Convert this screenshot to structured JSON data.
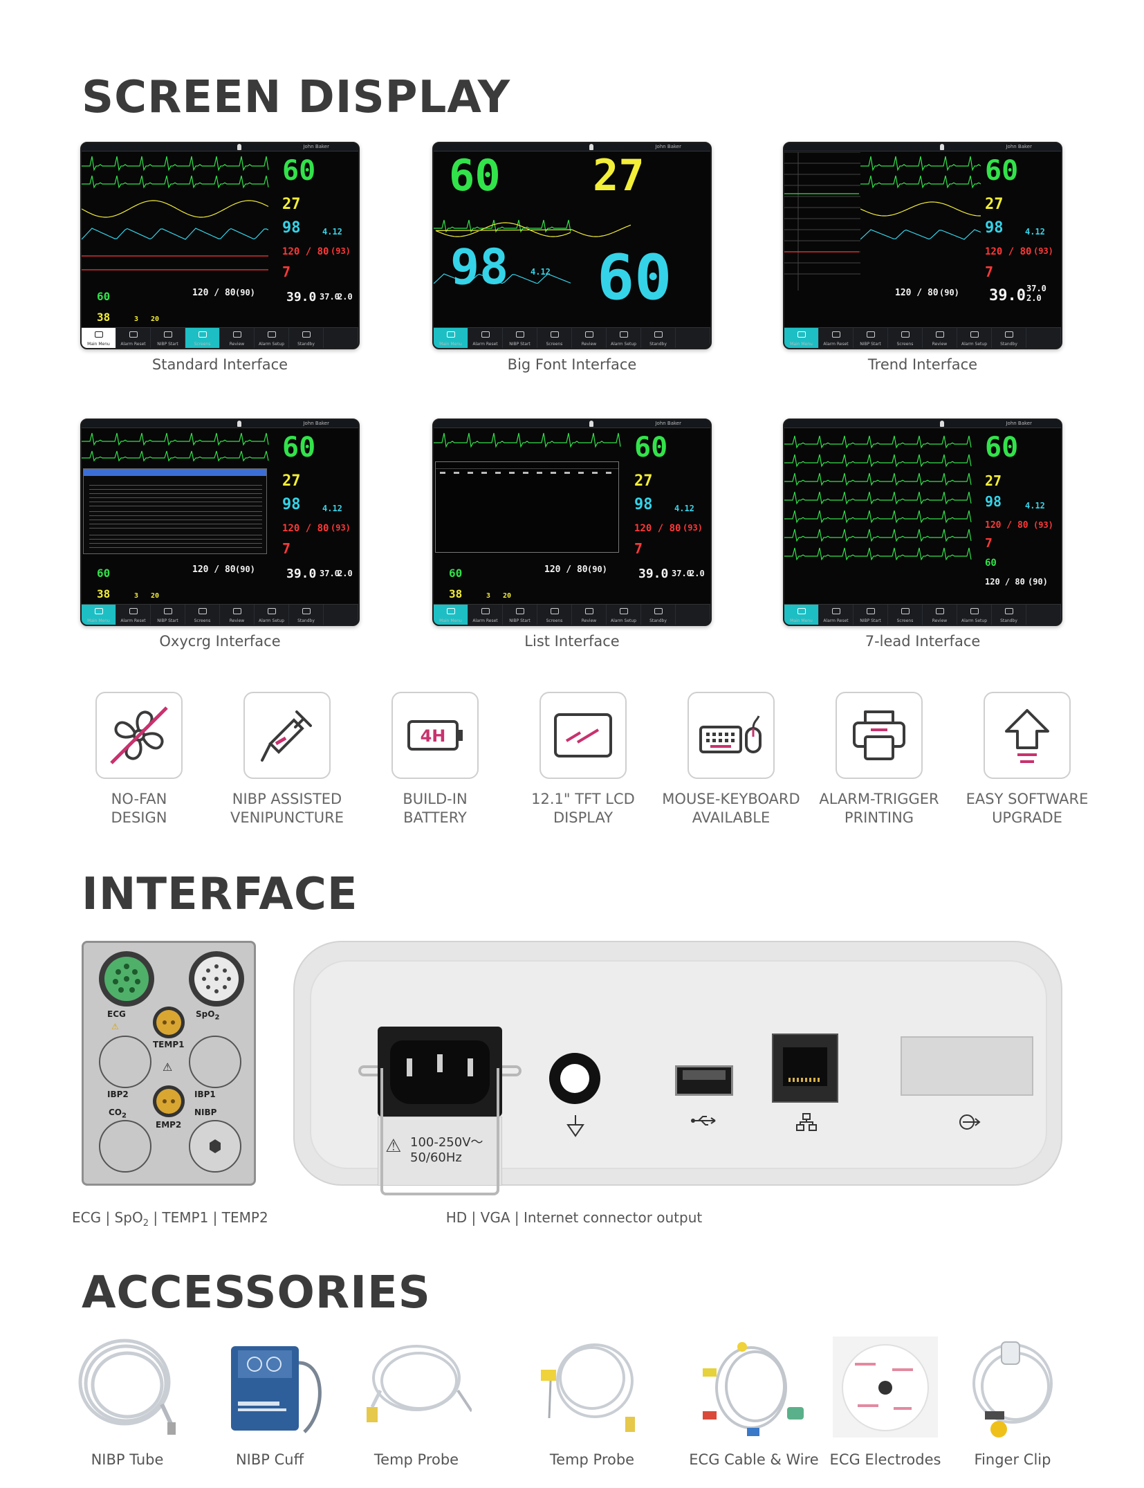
{
  "sections": {
    "screen_display": "SCREEN DISPLAY",
    "interface": "INTERFACE",
    "accessories": "ACCESSORIES"
  },
  "monitor": {
    "patient_name": "John Baker",
    "toolbar": [
      "Main Menu",
      "Alarm Reset",
      "NIBP Start",
      "Screens",
      "Review",
      "Alarm Setup",
      "Standby"
    ],
    "values": {
      "hr": "60",
      "resp": "27",
      "spo2": "98",
      "pi": "4.12",
      "ibp1": "120",
      "ibp1_dia": "80",
      "ibp1_mean": "(93)",
      "ibp2": "7",
      "nibp": "120",
      "nibp_dia": "80",
      "nibp_mean": "(90)",
      "temp1": "39.0",
      "temp2": "37.0",
      "temp_diff": "2.0",
      "pr": "60",
      "co2": "38",
      "co2_b": "3",
      "co2_c": "20"
    }
  },
  "screens": [
    {
      "caption": "Standard Interface",
      "layout": "standard"
    },
    {
      "caption": "Big Font Interface",
      "layout": "bigfont"
    },
    {
      "caption": "Trend Interface",
      "layout": "trend"
    },
    {
      "caption": "Oxycrg Interface",
      "layout": "oxycrg"
    },
    {
      "caption": "List Interface",
      "layout": "list"
    },
    {
      "caption": "7-lead Interface",
      "layout": "sevenlead"
    }
  ],
  "features": [
    {
      "icon": "no-fan-icon",
      "line1": "NO-FAN",
      "line2": "DESIGN"
    },
    {
      "icon": "syringe-icon",
      "line1": "NIBP ASSISTED",
      "line2": "VENIPUNCTURE"
    },
    {
      "icon": "battery-icon",
      "badge": "4H",
      "line1": "BUILD-IN",
      "line2": "BATTERY"
    },
    {
      "icon": "lcd-display-icon",
      "line1": "12.1\" TFT LCD",
      "line2": "DISPLAY"
    },
    {
      "icon": "mouse-keyboard-icon",
      "line1": "MOUSE-KEYBOARD",
      "line2": "AVAILABLE"
    },
    {
      "icon": "printer-icon",
      "line1": "ALARM-TRIGGER",
      "line2": "PRINTING"
    },
    {
      "icon": "upgrade-arrow-icon",
      "line1": "EASY SOFTWARE",
      "line2": "UPGRADE"
    }
  ],
  "ports": {
    "ecg": "ECG",
    "spo2": "SpO",
    "spo2_sub": "2",
    "temp1": "TEMP1",
    "ibp2": "IBP2",
    "ibp1": "IBP1",
    "co2": "CO",
    "co2_sub": "2",
    "emp2": "EMP2",
    "nibp": "NIBP"
  },
  "power_label_1": "100-250V～",
  "power_label_2": "50/60Hz",
  "port_caption": {
    "a": "ECG | SpO",
    "sub": "2",
    "b": " | TEMP1 | TEMP2"
  },
  "rear_caption": "HD | VGA | Internet connector output",
  "accessories": [
    {
      "name": "NIBP Tube",
      "icon": "nibp-tube-icon"
    },
    {
      "name": "NIBP Cuff",
      "icon": "nibp-cuff-icon"
    },
    {
      "name": "Temp Probe",
      "icon": "temp-probe-icon"
    },
    {
      "name": "Temp Probe",
      "icon": "temp-probe-icon"
    },
    {
      "name": "ECG Cable & Wire",
      "icon": "ecg-cable-icon"
    },
    {
      "name": "ECG Electrodes",
      "icon": "ecg-electrode-icon"
    },
    {
      "name": "Finger Clip",
      "icon": "finger-clip-icon"
    }
  ],
  "colors": {
    "accent": "#c8326e",
    "ecg": "#32e24a",
    "resp": "#f3ee38",
    "spo2": "#35d3e8",
    "ibp": "#ff3838",
    "toolbar_active": "#1dbfc4"
  }
}
